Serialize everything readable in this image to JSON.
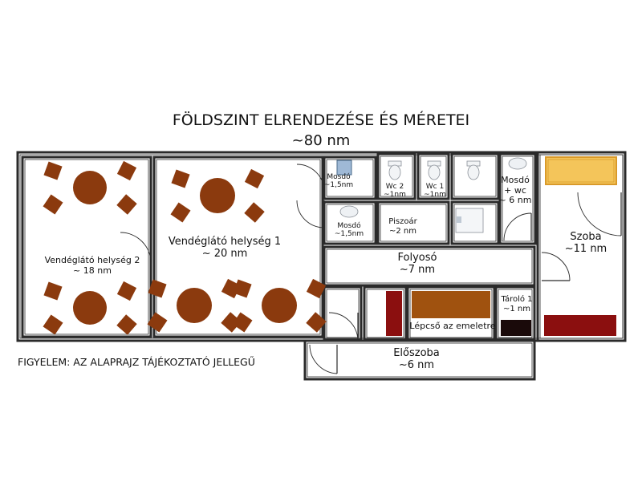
{
  "header": {
    "title": "FÖLDSZINT ELRENDEZÉSE ÉS MÉRETEI",
    "total_area": "~80 nm"
  },
  "notice": "FIGYELEM: AZ ALAPRAJZ TÁJÉKOZTATÓ JELLEGŰ",
  "rooms": {
    "vendeglato2": {
      "name": "Vendéglátó helység 2",
      "area": "~ 18 nm"
    },
    "vendeglato1": {
      "name": "Vendéglátó helység 1",
      "area": "~ 20 nm"
    },
    "mosdo_top": {
      "name": "Mosdó",
      "area": "~1,5nm"
    },
    "wc2": {
      "name": "Wc 2",
      "area": "~1nm"
    },
    "wc1": {
      "name": "Wc 1",
      "area": "~1nm"
    },
    "mosdo_wc": {
      "name": "Mosdó",
      "extra": "+ wc",
      "area": "~ 6 nm"
    },
    "mosdo_bottom": {
      "name": "Mosdó",
      "area": "~1,5nm"
    },
    "piszoar": {
      "name": "Piszoár",
      "area": "~2 nm"
    },
    "folyoso": {
      "name": "Folyosó",
      "area": "~7 nm"
    },
    "szoba": {
      "name": "Szoba",
      "area": "~11 nm"
    },
    "lepcso": {
      "name": "Lépcső az emeletre"
    },
    "tarolo": {
      "name": "Tároló 1",
      "area": "~1 nm"
    },
    "eloszoba": {
      "name": "Előszoba",
      "area": "~6 nm"
    }
  },
  "colors": {
    "wall": "#2a2a2a",
    "table": "#8b3a0e",
    "chair": "#8b3a0e",
    "bed": "#f4c55a",
    "bed_border": "#d99a2a",
    "stair": "#a0520f",
    "shelf": "#8b0f0f",
    "storage": "#1a0a0a",
    "fixture": "#bfc9d4"
  }
}
